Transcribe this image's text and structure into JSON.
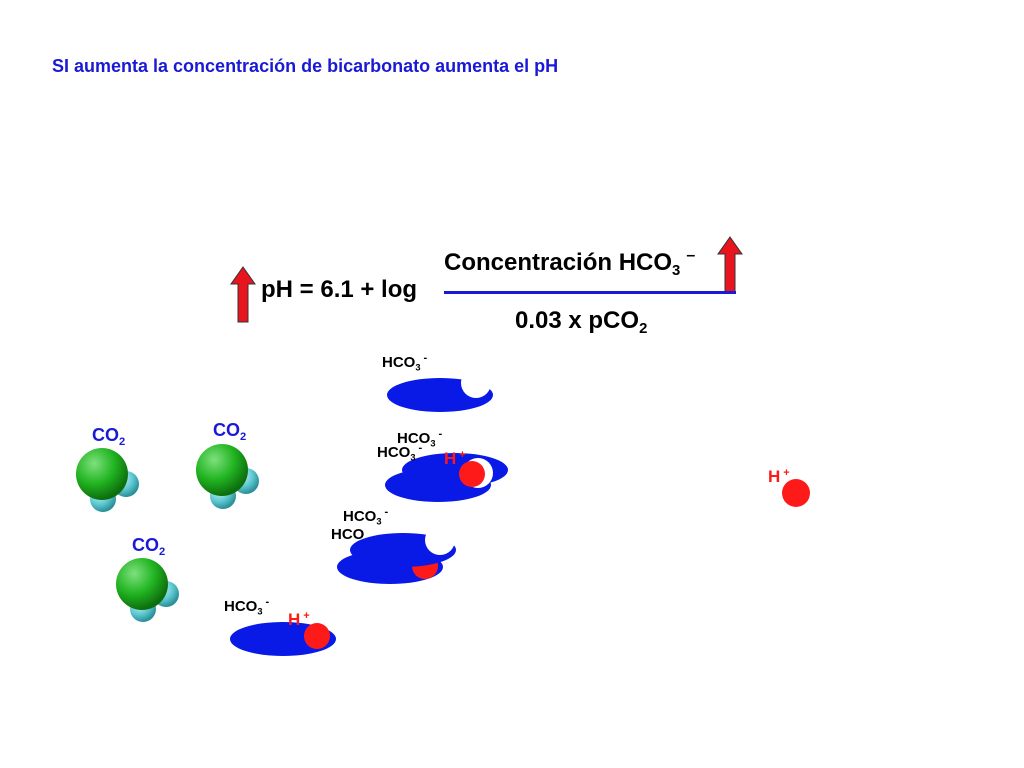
{
  "title": "SI aumenta la concentración de bicarbonato aumenta el pH",
  "equation": {
    "lhs": "pH = 6.1 + log",
    "numerator": "Concentración HCO",
    "numerator_sub": "3",
    "numerator_sup": "–",
    "denominator": "0.03 x pCO",
    "denominator_sub": "2"
  },
  "labels": {
    "hco3": "HCO",
    "hco3_sub": "3",
    "hco3_sup": "-",
    "hco_partial": "HCO",
    "co2": "CO",
    "co2_sub": "2",
    "h_plus": "H",
    "h_plus_sup": "+"
  },
  "colors": {
    "title": "#1a1ad6",
    "arrow": "#e8141e",
    "bicarbonate": "#0a1ae6",
    "proton": "#ff1a1a",
    "co2_green": "#22b522",
    "co2_cyan": "#5cc7cf"
  }
}
